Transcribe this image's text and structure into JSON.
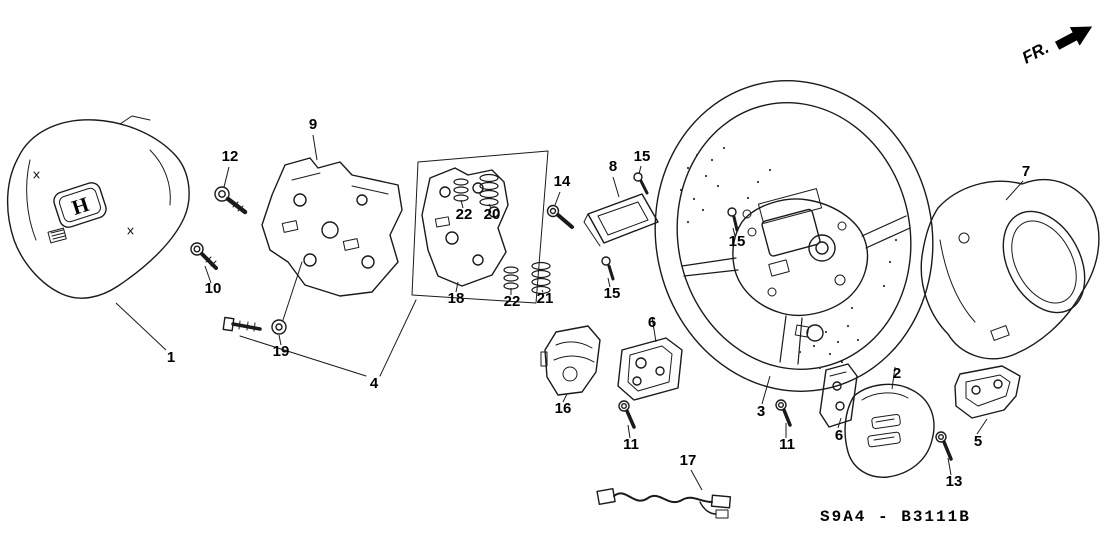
{
  "diagram": {
    "direction_indicator": "FR.",
    "diagram_code": "S9A4 - B3111B",
    "honda_logo": "H",
    "part_labels": [
      "1",
      "2",
      "3",
      "4",
      "5",
      "6",
      "6",
      "7",
      "8",
      "9",
      "10",
      "11",
      "11",
      "12",
      "13",
      "14",
      "15",
      "15",
      "15",
      "16",
      "17",
      "18",
      "19",
      "20",
      "21",
      "22",
      "22"
    ],
    "colors": {
      "line": "#1a1a1a",
      "background": "#ffffff"
    }
  }
}
